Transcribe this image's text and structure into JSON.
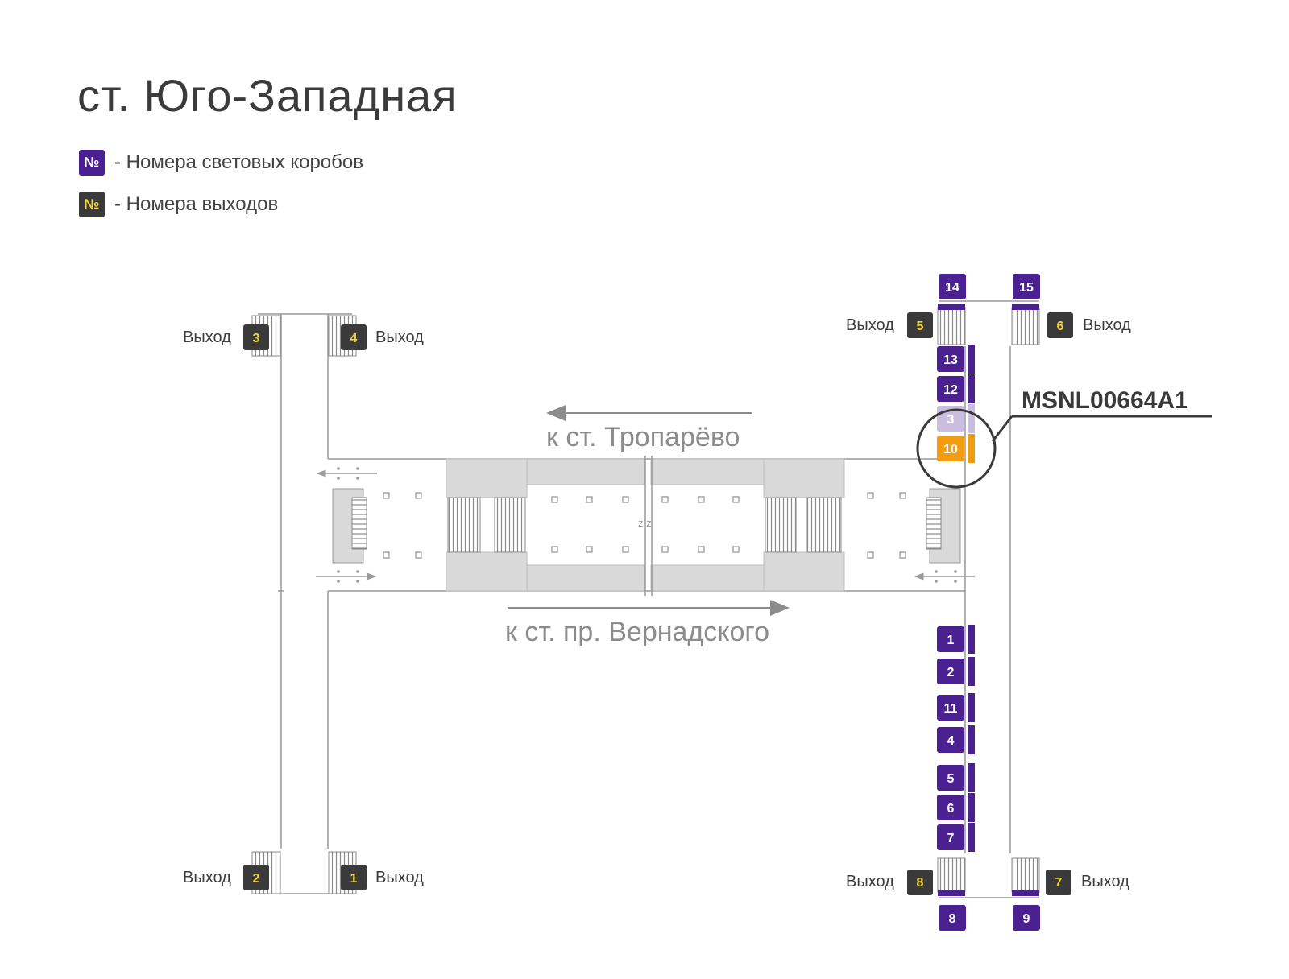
{
  "title": "ст. Юго-Западная",
  "legend": {
    "box_symbol": "№",
    "box_text": "- Номера световых коробов",
    "exit_symbol": "№",
    "exit_text": "- Номера выходов"
  },
  "directions": {
    "top": "к ст. Тропарёво",
    "bottom": "к ст. пр. Вернадского"
  },
  "exit_word": "Выход",
  "exits": [
    "1",
    "2",
    "3",
    "4",
    "5",
    "6",
    "7",
    "8"
  ],
  "light_boxes": [
    "1",
    "2",
    "3",
    "4",
    "5",
    "6",
    "7",
    "8",
    "9",
    "10",
    "11",
    "12",
    "13",
    "14",
    "15"
  ],
  "highlight": {
    "box": "10",
    "code": "MSNL00664A1"
  },
  "colors": {
    "box": "#4b2191",
    "exit_badge": "#3a3a3a",
    "exit_number": "#f2d33c",
    "highlight": "#f39c12"
  }
}
